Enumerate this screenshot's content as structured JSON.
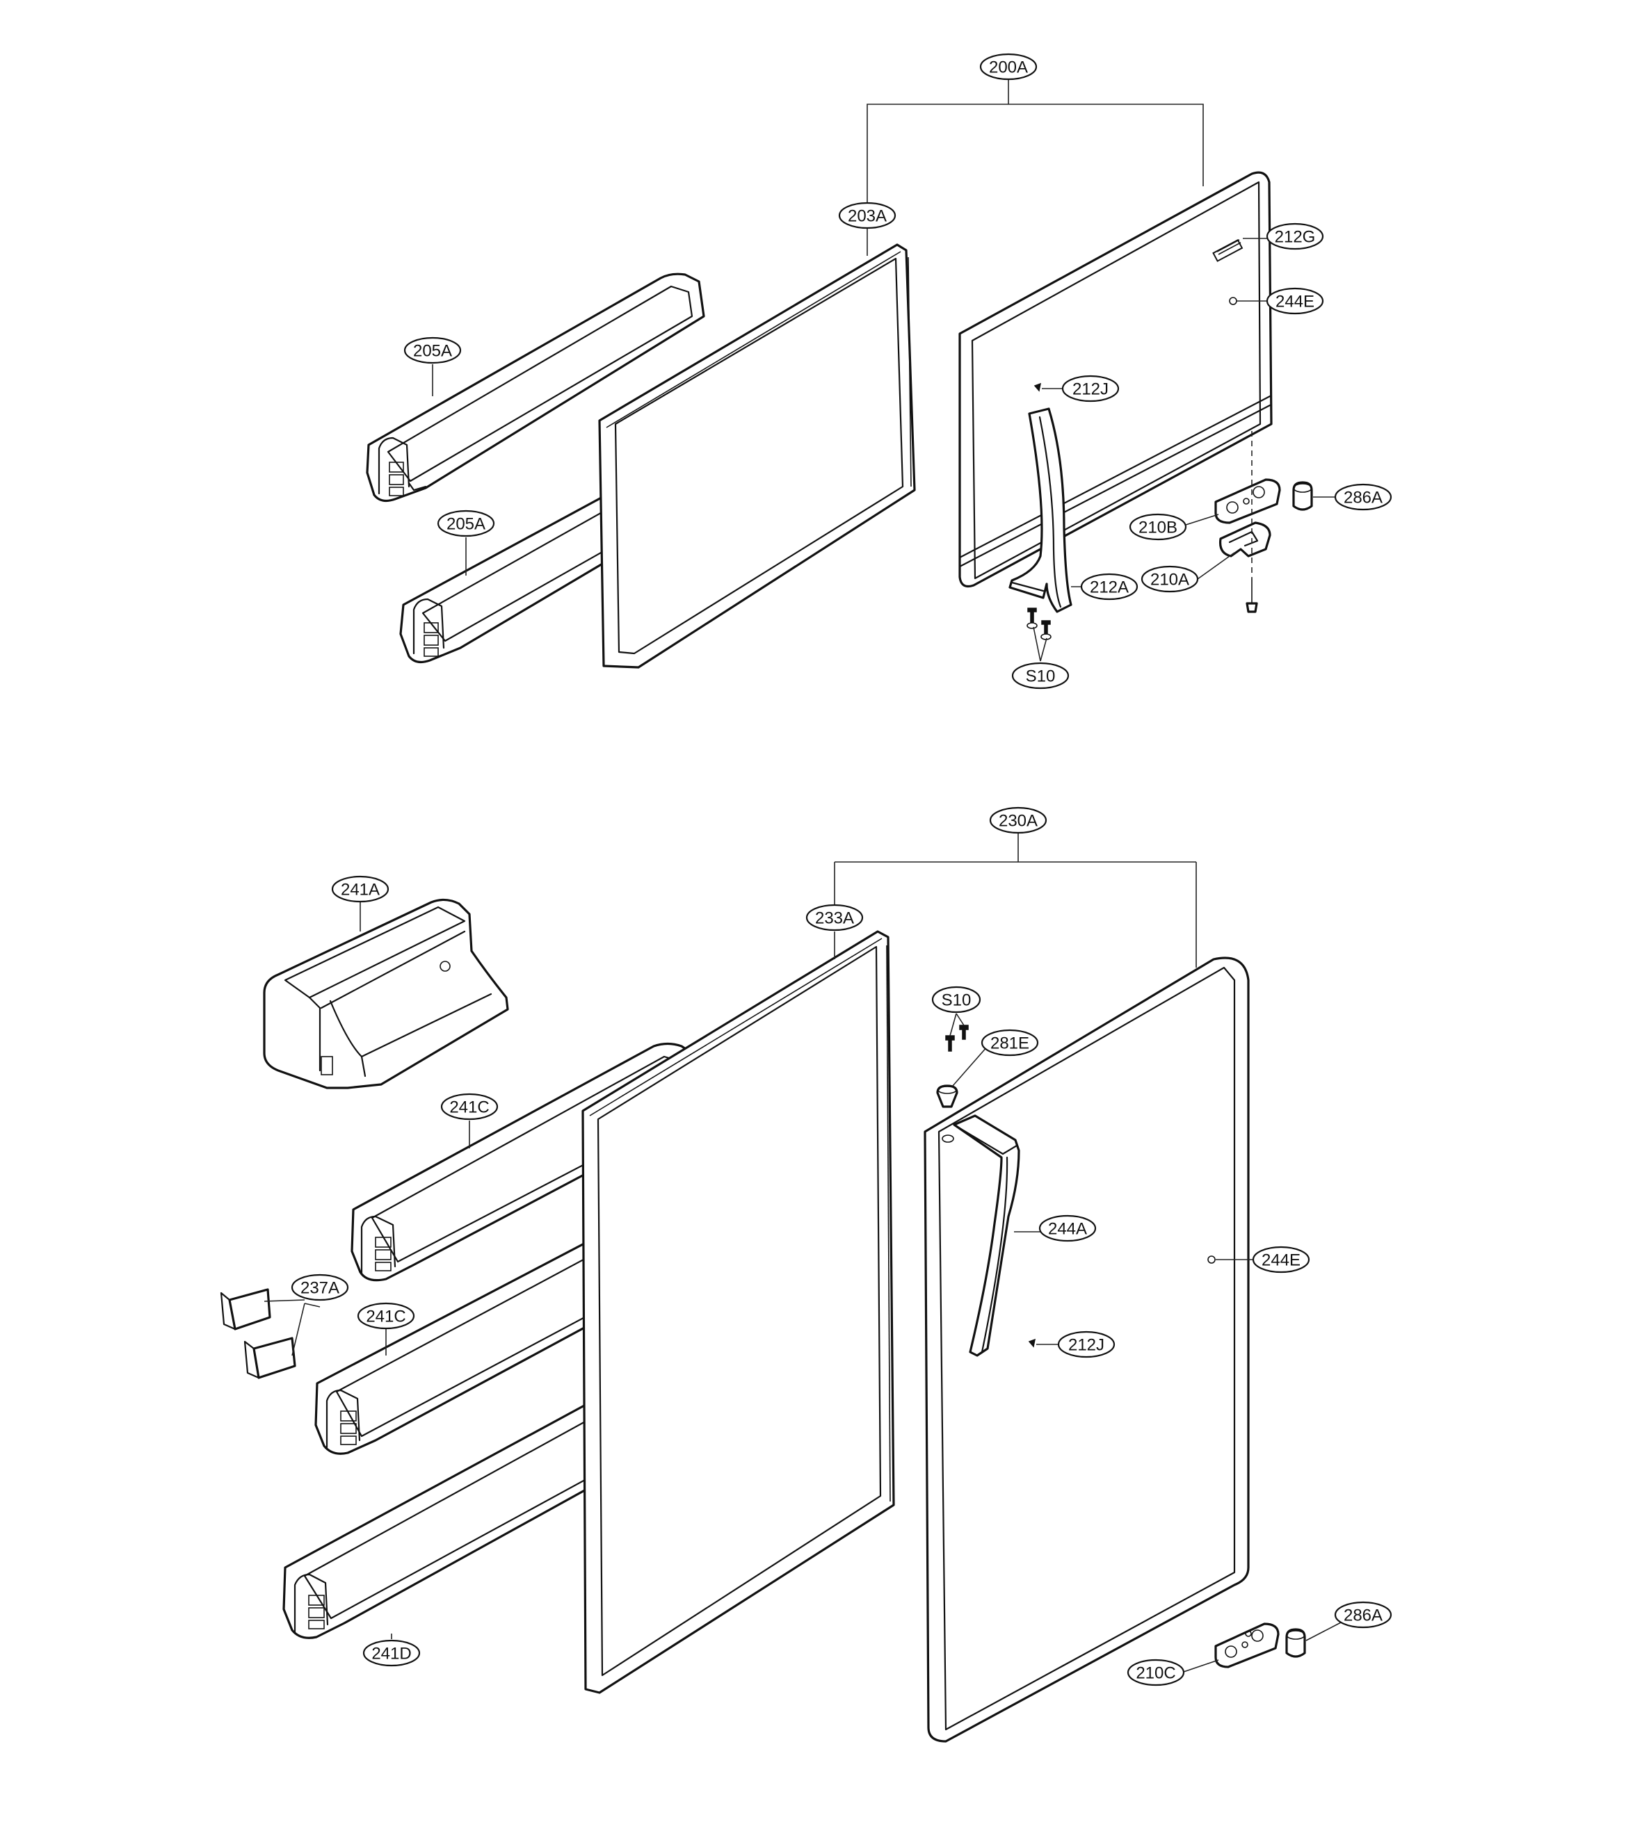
{
  "labels": [
    {
      "id": "200A",
      "text": "200A"
    },
    {
      "id": "203A",
      "text": "203A"
    },
    {
      "id": "212G",
      "text": "212G"
    },
    {
      "id": "244E_top",
      "text": "244E"
    },
    {
      "id": "205A_1",
      "text": "205A"
    },
    {
      "id": "212J_top",
      "text": "212J"
    },
    {
      "id": "205A_2",
      "text": "205A"
    },
    {
      "id": "286A_top",
      "text": "286A"
    },
    {
      "id": "210B",
      "text": "210B"
    },
    {
      "id": "210A",
      "text": "210A"
    },
    {
      "id": "212A",
      "text": "212A"
    },
    {
      "id": "S10_top",
      "text": "S10"
    },
    {
      "id": "230A",
      "text": "230A"
    },
    {
      "id": "241A",
      "text": "241A"
    },
    {
      "id": "233A",
      "text": "233A"
    },
    {
      "id": "S10_bottom",
      "text": "S10"
    },
    {
      "id": "281E",
      "text": "281E"
    },
    {
      "id": "241C_1",
      "text": "241C"
    },
    {
      "id": "244A",
      "text": "244A"
    },
    {
      "id": "244E_bottom",
      "text": "244E"
    },
    {
      "id": "237A",
      "text": "237A"
    },
    {
      "id": "241C_2",
      "text": "241C"
    },
    {
      "id": "212J_bottom",
      "text": "212J"
    },
    {
      "id": "286A_bottom",
      "text": "286A"
    },
    {
      "id": "210C",
      "text": "210C"
    },
    {
      "id": "241D",
      "text": "241D"
    }
  ]
}
